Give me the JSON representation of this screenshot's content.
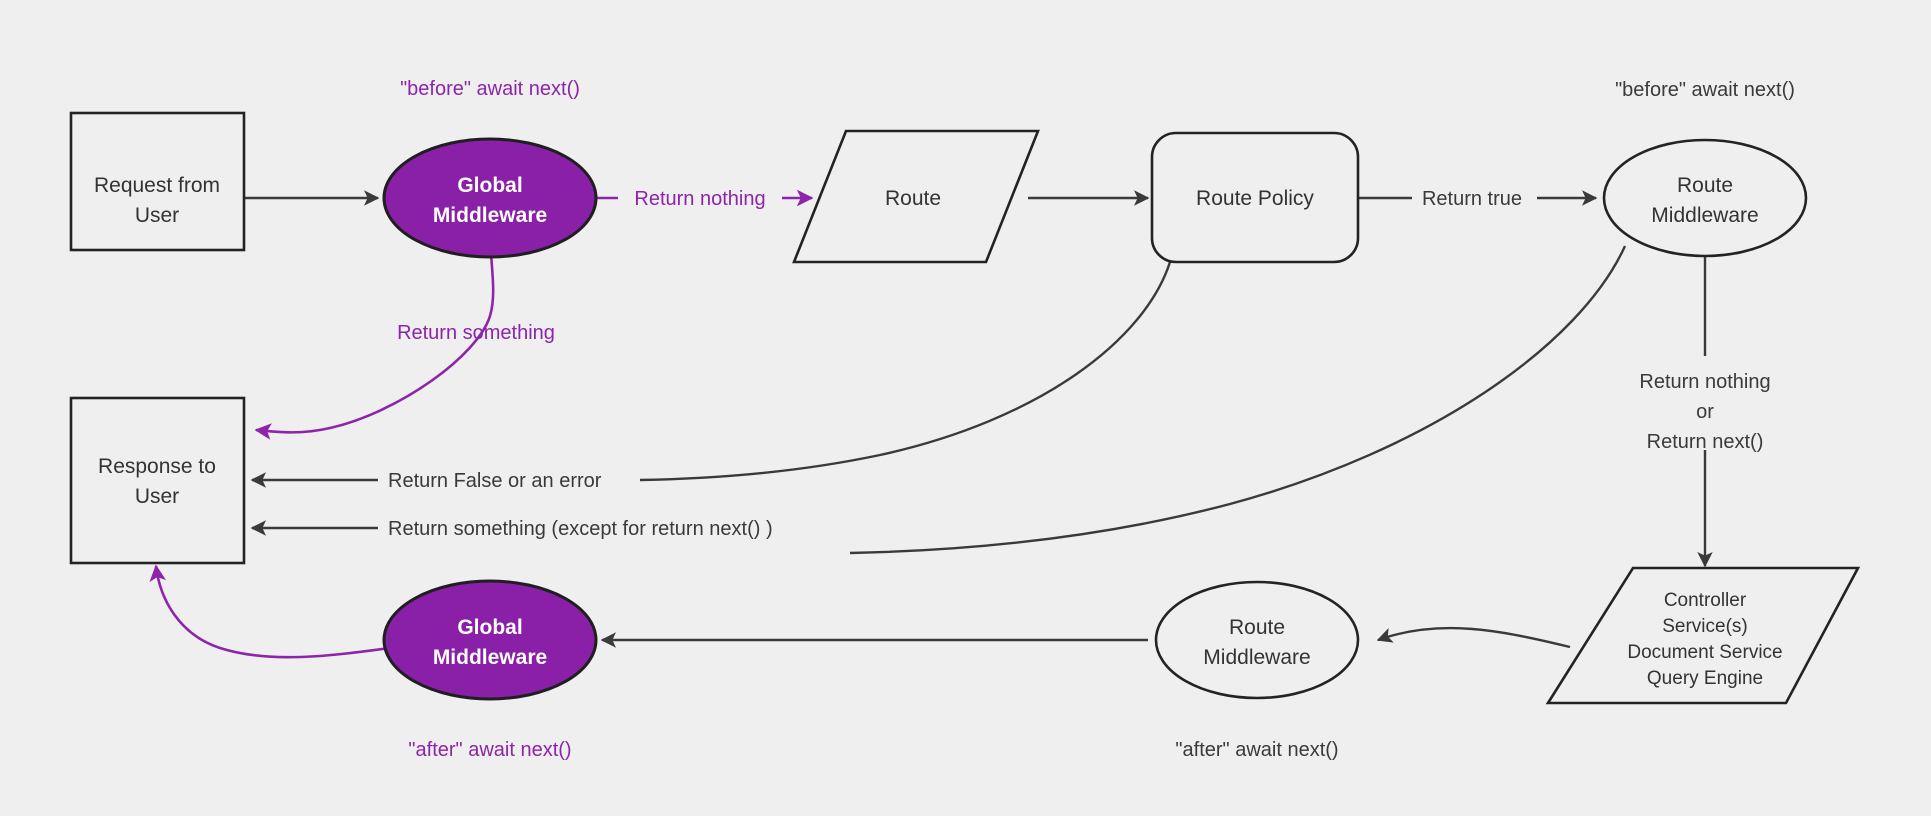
{
  "diagram": {
    "title": "Middleware request lifecycle flow",
    "background_color": "#efefef",
    "accent_color": "#8a1fa8",
    "line_color": "#3a3a3a",
    "nodes": {
      "request": {
        "line1": "Request from",
        "line2": "User",
        "shape": "rectangle"
      },
      "global_middleware_top": {
        "line1": "Global",
        "line2": "Middleware",
        "shape": "ellipse"
      },
      "route": {
        "line1": "Route",
        "shape": "parallelogram"
      },
      "route_policy": {
        "line1": "Route Policy",
        "shape": "rounded-rectangle"
      },
      "route_middleware_top": {
        "line1": "Route",
        "line2": "Middleware",
        "shape": "ellipse"
      },
      "controller": {
        "line1": "Controller",
        "line2": "Service(s)",
        "line3": "Document Service",
        "line4": "Query Engine",
        "shape": "parallelogram"
      },
      "route_middleware_bottom": {
        "line1": "Route",
        "line2": "Middleware",
        "shape": "ellipse"
      },
      "global_middleware_bottom": {
        "line1": "Global",
        "line2": "Middleware",
        "shape": "ellipse"
      },
      "response": {
        "line1": "Response to",
        "line2": "User",
        "shape": "rectangle"
      }
    },
    "annotations": {
      "before_await_next_left": "\"before\" await next()",
      "before_await_next_right": "\"before\" await next()",
      "after_await_next_left": "\"after\" await next()",
      "after_await_next_right": "\"after\" await next()"
    },
    "edge_labels": {
      "return_nothing": "Return nothing",
      "return_something": "Return something",
      "return_true": "Return true",
      "return_nothing_or_next_1": "Return nothing",
      "return_nothing_or_next_2": "or",
      "return_nothing_or_next_3": "Return next()",
      "return_false_or_error": "Return False or an error",
      "return_something_except_next": "Return something (except for return next() )"
    }
  }
}
